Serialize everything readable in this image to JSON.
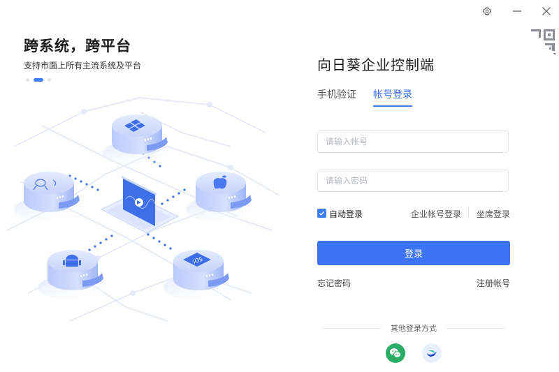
{
  "window": {
    "controls": [
      {
        "name": "settings",
        "icon": "gear-icon"
      },
      {
        "name": "minimize",
        "icon": "minimize-icon"
      },
      {
        "name": "close",
        "icon": "close-icon"
      }
    ],
    "qr_corner_icon": "qr-code-icon"
  },
  "hero": {
    "title": "跨系统，跨平台",
    "subtitle": "支持市面上所有主流系统及平台",
    "carousel": {
      "count": 3,
      "active_index": 1
    },
    "platforms": [
      "Windows",
      "Linux",
      "macOS",
      "Android",
      "iOS"
    ],
    "ios_label": "iOS",
    "colors": {
      "accent": "#3d7ef5",
      "node_light": "#c9d6fb",
      "node_dark": "#6f8ff2"
    }
  },
  "login": {
    "app_title": "向日葵企业控制端",
    "tabs": [
      {
        "label": "手机验证",
        "active": false
      },
      {
        "label": "帐号登录",
        "active": true
      }
    ],
    "account_input": {
      "value": "",
      "placeholder": "请输入帐号"
    },
    "password_input": {
      "value": "",
      "placeholder": "请输入密码"
    },
    "auto_login": {
      "label": "自动登录",
      "checked": true
    },
    "enterprise_login_link": "企业帐号登录",
    "seat_login_link": "坐席登录",
    "submit_label": "登录",
    "forgot_password": "忘记密码",
    "register": "注册帐号",
    "other_methods_label": "其他登录方式",
    "other_methods": [
      {
        "name": "wechat",
        "icon": "wechat-icon",
        "color": "#2aae67"
      },
      {
        "name": "lark",
        "icon": "lark-icon",
        "color": "#e8f0fd"
      }
    ],
    "colors": {
      "primary": "#3d74f3",
      "tab_active": "#3a6ff0"
    }
  }
}
